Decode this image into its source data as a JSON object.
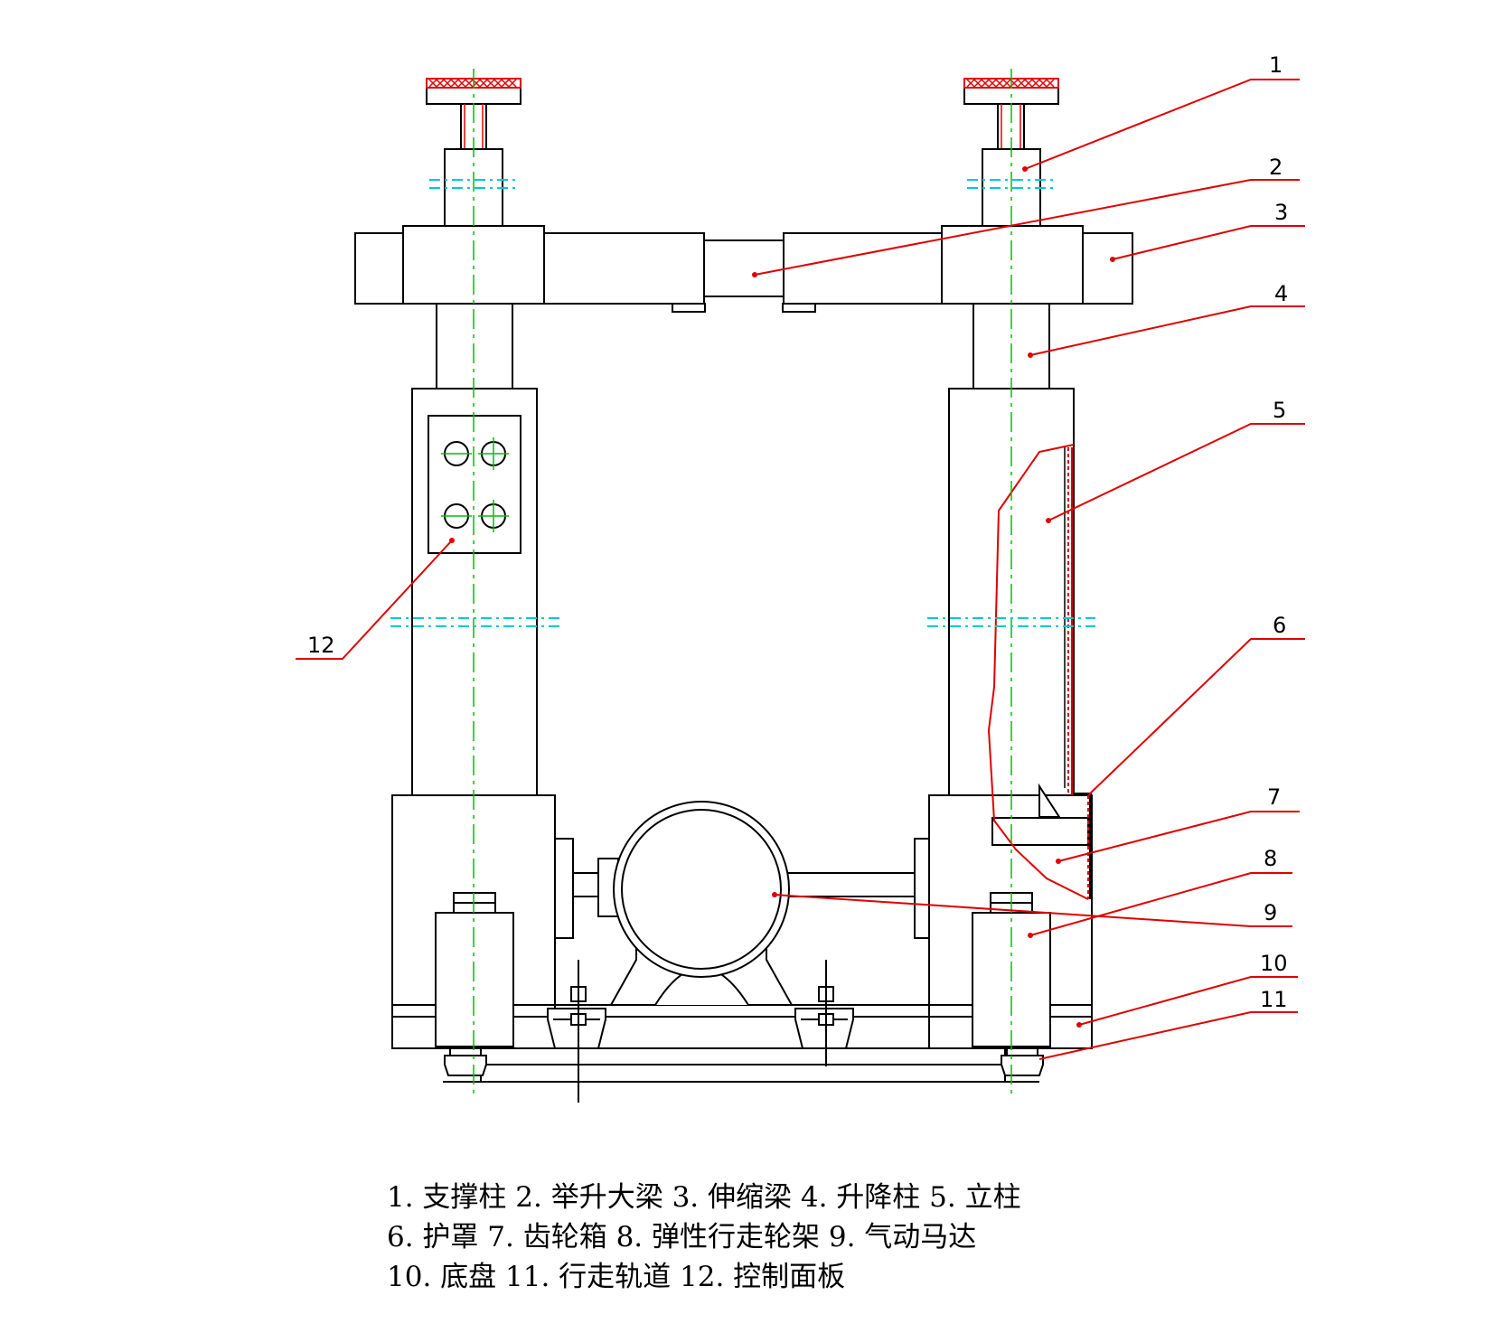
{
  "callouts": [
    {
      "number": "1",
      "part": "支撑柱"
    },
    {
      "number": "2",
      "part": "举升大梁"
    },
    {
      "number": "3",
      "part": "伸缩梁"
    },
    {
      "number": "4",
      "part": "升降柱"
    },
    {
      "number": "5",
      "part": "立柱"
    },
    {
      "number": "6",
      "part": "护罩"
    },
    {
      "number": "7",
      "part": "齿轮箱"
    },
    {
      "number": "8",
      "part": "弹性行走轮架"
    },
    {
      "number": "9",
      "part": "气动马达"
    },
    {
      "number": "10",
      "part": "底盘"
    },
    {
      "number": "11",
      "part": "行走轨道"
    },
    {
      "number": "12",
      "part": "控制面板"
    }
  ],
  "legend": {
    "line1": "1. 支撑柱  2. 举升大梁  3. 伸缩梁  4. 升降柱  5. 立柱",
    "line2": "6. 护罩  7. 齿轮箱  8. 弹性行走轮架  9. 气动马达",
    "line3": "10. 底盘  11. 行走轨道  12. 控制面板"
  },
  "colors": {
    "outline": "#000000",
    "leader": "#e00000",
    "centerline": "#00c000",
    "hidden": "#00c8d8"
  }
}
